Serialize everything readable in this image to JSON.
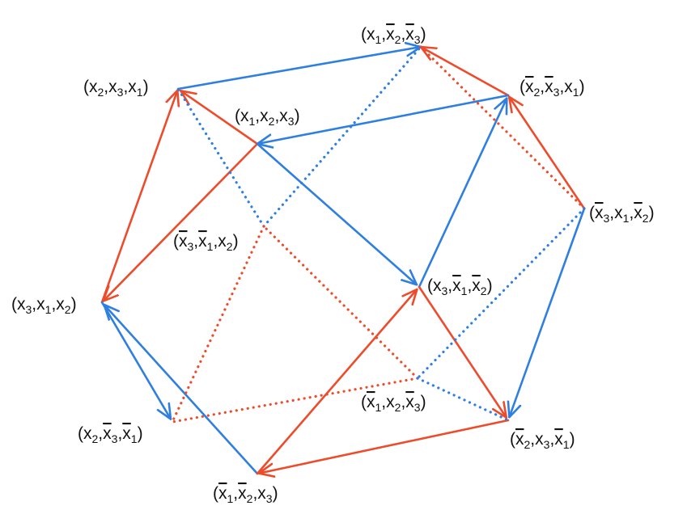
{
  "colors": {
    "blue": "#2f7fe0",
    "red": "#ee4b2b",
    "text": "#111111",
    "background": "#ffffff"
  },
  "nodes": [
    {
      "id": "n1",
      "label_parts": [
        {
          "t": "(x"
        },
        {
          "t": "1",
          "sub": true
        },
        {
          "t": ","
        },
        {
          "t": "x",
          "ov": true
        },
        {
          "t": "2",
          "sub": true
        },
        {
          "t": ","
        },
        {
          "t": "x",
          "ov": true
        },
        {
          "t": "3",
          "sub": true
        },
        {
          "t": ")"
        }
      ],
      "label": "(x1,x̄2,x̄3)"
    },
    {
      "id": "n2",
      "label_parts": [
        {
          "t": "(x"
        },
        {
          "t": "2",
          "sub": true
        },
        {
          "t": ",x"
        },
        {
          "t": "3",
          "sub": true
        },
        {
          "t": ",x"
        },
        {
          "t": "1",
          "sub": true
        },
        {
          "t": ")"
        }
      ],
      "label": "(x2,x3,x1)"
    },
    {
      "id": "n3",
      "label_parts": [
        {
          "t": "("
        },
        {
          "t": "x",
          "ov": true
        },
        {
          "t": "2",
          "sub": true
        },
        {
          "t": ","
        },
        {
          "t": "x",
          "ov": true
        },
        {
          "t": "3",
          "sub": true
        },
        {
          "t": ",x"
        },
        {
          "t": "1",
          "sub": true
        },
        {
          "t": ")"
        }
      ],
      "label": "(x̄2,x̄3,x1)"
    },
    {
      "id": "n4",
      "label_parts": [
        {
          "t": "(x"
        },
        {
          "t": "1",
          "sub": true
        },
        {
          "t": ",x"
        },
        {
          "t": "2",
          "sub": true
        },
        {
          "t": ",x"
        },
        {
          "t": "3",
          "sub": true
        },
        {
          "t": ")"
        }
      ],
      "label": "(x1,x2,x3)"
    },
    {
      "id": "n5",
      "label_parts": [
        {
          "t": "("
        },
        {
          "t": "x",
          "ov": true
        },
        {
          "t": "3",
          "sub": true
        },
        {
          "t": ",x"
        },
        {
          "t": "1",
          "sub": true
        },
        {
          "t": ","
        },
        {
          "t": "x",
          "ov": true
        },
        {
          "t": "2",
          "sub": true
        },
        {
          "t": ")"
        }
      ],
      "label": "(x̄3,x1,x̄2)"
    },
    {
      "id": "n6",
      "label_parts": [
        {
          "t": "("
        },
        {
          "t": "x",
          "ov": true
        },
        {
          "t": "3",
          "sub": true
        },
        {
          "t": ","
        },
        {
          "t": "x",
          "ov": true
        },
        {
          "t": "1",
          "sub": true
        },
        {
          "t": ",x"
        },
        {
          "t": "2",
          "sub": true
        },
        {
          "t": ")"
        }
      ],
      "label": "(x̄3,x̄1,x2)"
    },
    {
      "id": "n7",
      "label_parts": [
        {
          "t": "(x"
        },
        {
          "t": "3",
          "sub": true
        },
        {
          "t": ",x"
        },
        {
          "t": "1",
          "sub": true
        },
        {
          "t": ",x"
        },
        {
          "t": "2",
          "sub": true
        },
        {
          "t": ")"
        }
      ],
      "label": "(x3,x1,x2)"
    },
    {
      "id": "n8",
      "label_parts": [
        {
          "t": "(x"
        },
        {
          "t": "3",
          "sub": true
        },
        {
          "t": ","
        },
        {
          "t": "x",
          "ov": true
        },
        {
          "t": "1",
          "sub": true
        },
        {
          "t": ","
        },
        {
          "t": "x",
          "ov": true
        },
        {
          "t": "2",
          "sub": true
        },
        {
          "t": ")"
        }
      ],
      "label": "(x3,x̄1,x̄2)"
    },
    {
      "id": "n9",
      "label_parts": [
        {
          "t": "("
        },
        {
          "t": "x",
          "ov": true
        },
        {
          "t": "1",
          "sub": true
        },
        {
          "t": ",x"
        },
        {
          "t": "2",
          "sub": true
        },
        {
          "t": ","
        },
        {
          "t": "x",
          "ov": true
        },
        {
          "t": "3",
          "sub": true
        },
        {
          "t": ")"
        }
      ],
      "label": "(x̄1,x2,x̄3)"
    },
    {
      "id": "n10",
      "label_parts": [
        {
          "t": "(x"
        },
        {
          "t": "2",
          "sub": true
        },
        {
          "t": ","
        },
        {
          "t": "x",
          "ov": true
        },
        {
          "t": "3",
          "sub": true
        },
        {
          "t": ","
        },
        {
          "t": "x",
          "ov": true
        },
        {
          "t": "1",
          "sub": true
        },
        {
          "t": ")"
        }
      ],
      "label": "(x2,x̄3,x̄1)"
    },
    {
      "id": "n11",
      "label_parts": [
        {
          "t": "("
        },
        {
          "t": "x",
          "ov": true
        },
        {
          "t": "2",
          "sub": true
        },
        {
          "t": ",x"
        },
        {
          "t": "3",
          "sub": true
        },
        {
          "t": ","
        },
        {
          "t": "x",
          "ov": true
        },
        {
          "t": "1",
          "sub": true
        },
        {
          "t": ")"
        }
      ],
      "label": "(x̄2,x3,x̄1)"
    },
    {
      "id": "n12",
      "label_parts": [
        {
          "t": "("
        },
        {
          "t": "x",
          "ov": true
        },
        {
          "t": "1",
          "sub": true
        },
        {
          "t": ","
        },
        {
          "t": "x",
          "ov": true
        },
        {
          "t": "2",
          "sub": true
        },
        {
          "t": ",x"
        },
        {
          "t": "3",
          "sub": true
        },
        {
          "t": ")"
        }
      ],
      "label": "(x̄1,x̄2,x3)"
    }
  ],
  "edges": [
    {
      "from": "n2",
      "to": "n1",
      "color": "blue",
      "style": "solid"
    },
    {
      "from": "n3",
      "to": "n1",
      "color": "red",
      "style": "solid"
    },
    {
      "from": "n4",
      "to": "n2",
      "color": "red",
      "style": "solid"
    },
    {
      "from": "n3",
      "to": "n4",
      "color": "blue",
      "style": "solid"
    },
    {
      "from": "n5",
      "to": "n3",
      "color": "red",
      "style": "solid"
    },
    {
      "from": "n7",
      "to": "n2",
      "color": "red",
      "style": "solid"
    },
    {
      "from": "n4",
      "to": "n7",
      "color": "red",
      "style": "solid"
    },
    {
      "from": "n4",
      "to": "n8",
      "color": "blue",
      "style": "solid"
    },
    {
      "from": "n8",
      "to": "n3",
      "color": "blue",
      "style": "solid"
    },
    {
      "from": "n5",
      "to": "n11",
      "color": "blue",
      "style": "solid"
    },
    {
      "from": "n8",
      "to": "n11",
      "color": "red",
      "style": "solid"
    },
    {
      "from": "n7",
      "to": "n10",
      "color": "blue",
      "style": "solid"
    },
    {
      "from": "n12",
      "to": "n7",
      "color": "blue",
      "style": "solid"
    },
    {
      "from": "n12",
      "to": "n8",
      "color": "red",
      "style": "solid"
    },
    {
      "from": "n11",
      "to": "n12",
      "color": "red",
      "style": "solid"
    },
    {
      "from": "n6",
      "to": "n1",
      "color": "blue",
      "style": "dotted"
    },
    {
      "from": "n6",
      "to": "n2",
      "color": "blue",
      "style": "dotted"
    },
    {
      "from": "n1",
      "to": "n5",
      "color": "red",
      "style": "dotted"
    },
    {
      "from": "n6",
      "to": "n10",
      "color": "red",
      "style": "dotted"
    },
    {
      "from": "n9",
      "to": "n6",
      "color": "red",
      "style": "dotted"
    },
    {
      "from": "n5",
      "to": "n9",
      "color": "blue",
      "style": "dotted"
    },
    {
      "from": "n9",
      "to": "n10",
      "color": "red",
      "style": "dotted"
    },
    {
      "from": "n9",
      "to": "n11",
      "color": "blue",
      "style": "dotted"
    }
  ]
}
